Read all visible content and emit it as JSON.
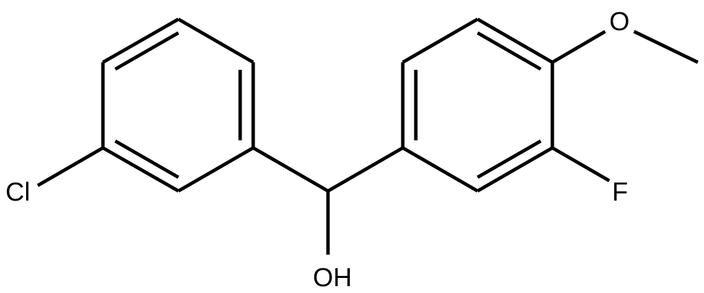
{
  "labels": {
    "chlorine": "Cl",
    "fluorine": "F",
    "hydroxyl": "OH",
    "ether_oxygen": "O"
  },
  "colors": {
    "bond": "#000000",
    "text": "#000000",
    "background": "#ffffff"
  }
}
